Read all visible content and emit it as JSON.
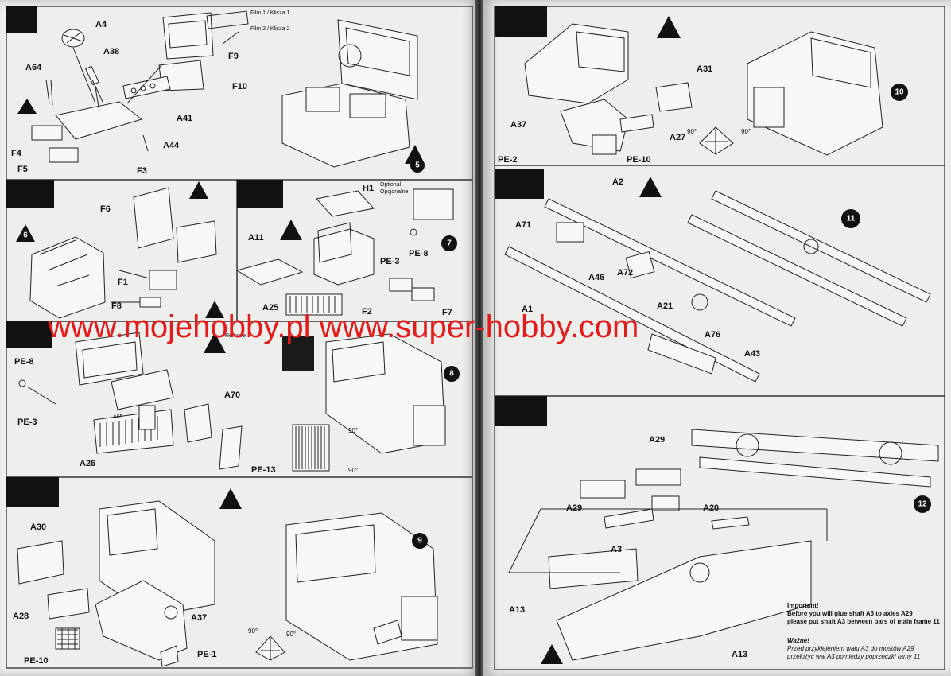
{
  "left_page": {
    "step5": {
      "number": "5",
      "labels": [
        "A4",
        "A38",
        "A64",
        "F4",
        "F5",
        "F3",
        "A44",
        "A41",
        "F10",
        "F9"
      ],
      "film1": "Film 1 / Klisza 1",
      "film2": "Film 2 / Klisza 2"
    },
    "step6": {
      "number": "6",
      "labels": [
        "F6",
        "F1",
        "F8"
      ]
    },
    "step7": {
      "number": "7",
      "labels": [
        "H1",
        "A11",
        "PE-3",
        "PE-8",
        "A25",
        "F2",
        "F7"
      ],
      "optional": "Optional",
      "optional_pl": "Opcjonalne"
    },
    "step8": {
      "number": "8",
      "labels": [
        "PE-8",
        "PE-3",
        "A65",
        "A26",
        "A70",
        "PE-13"
      ],
      "remove": "Remove",
      "angle": "90°"
    },
    "step9": {
      "number": "9",
      "labels": [
        "A30",
        "A28",
        "PE-10",
        "A37",
        "PE-1"
      ],
      "angle": "90°"
    }
  },
  "right_page": {
    "step10": {
      "number": "10",
      "labels": [
        "A31",
        "A37",
        "A27",
        "PE-2",
        "PE-10"
      ],
      "angle": "90°"
    },
    "step11": {
      "number": "11",
      "labels": [
        "A2",
        "A71",
        "A46",
        "A72",
        "A1",
        "A21",
        "A76",
        "A43"
      ]
    },
    "step12": {
      "number": "12",
      "labels": [
        "A29",
        "A29",
        "A20",
        "A3",
        "A13",
        "A13"
      ]
    },
    "note": {
      "title": "Important!",
      "line1": "Before you will glue shaft A3 to axles A29",
      "line2": "please put shaft A3 between bars of main frame 11",
      "title_pl": "Ważne!",
      "line1_pl": "Przed przyklejeniem wału A3 do mostów A29",
      "line2_pl": "przełożyć wał A3 pomiędzy poprzeczki ramy 11"
    }
  },
  "watermark": "www.mojehobby.pl www.super-hobby.com"
}
